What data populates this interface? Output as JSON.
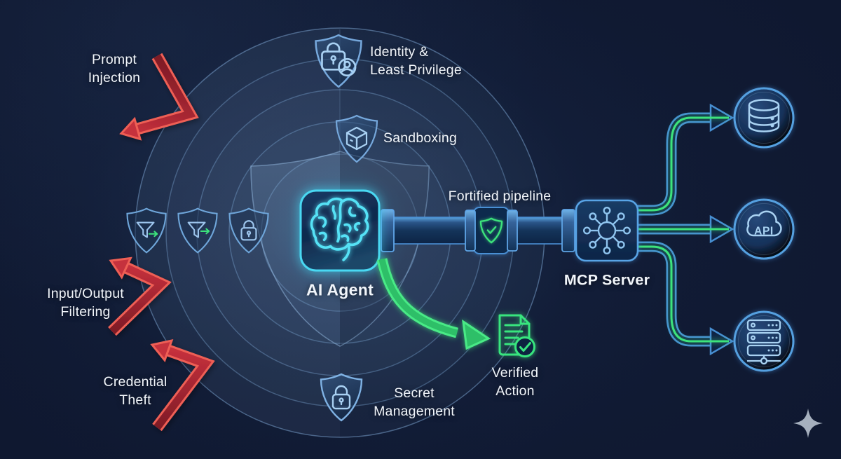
{
  "title": "AI agent security architecture diagram",
  "threats": {
    "prompt_injection": {
      "lines": [
        "Prompt",
        "Injection"
      ]
    },
    "io_filtering": {
      "lines": [
        "Input/Output",
        "Filtering"
      ]
    },
    "credential_theft": {
      "lines": [
        "Credential",
        "Theft"
      ]
    }
  },
  "defenses": {
    "identity": {
      "lines": [
        "Identity &",
        "Least Privilege"
      ]
    },
    "sandboxing": {
      "label": "Sandboxing"
    },
    "secret_management": {
      "lines": [
        "Secret",
        "Management"
      ]
    }
  },
  "core": {
    "agent_label": "AI Agent"
  },
  "pipeline": {
    "label": "Fortified pipeline"
  },
  "mcp": {
    "label": "MCP Server"
  },
  "verified_action": {
    "lines": [
      "Verified",
      "Action"
    ]
  },
  "endpoints": {
    "api_label": "API",
    "icons": [
      "database-icon",
      "api-cloud-icon",
      "server-rack-icon"
    ]
  },
  "colors": {
    "background": "#0f1830",
    "accent_cyan": "#45d8f2",
    "accent_green": "#3ce37c",
    "accent_blue": "#4e9ad9",
    "danger_red": "#d93a42",
    "text": "#f1f5fa"
  }
}
